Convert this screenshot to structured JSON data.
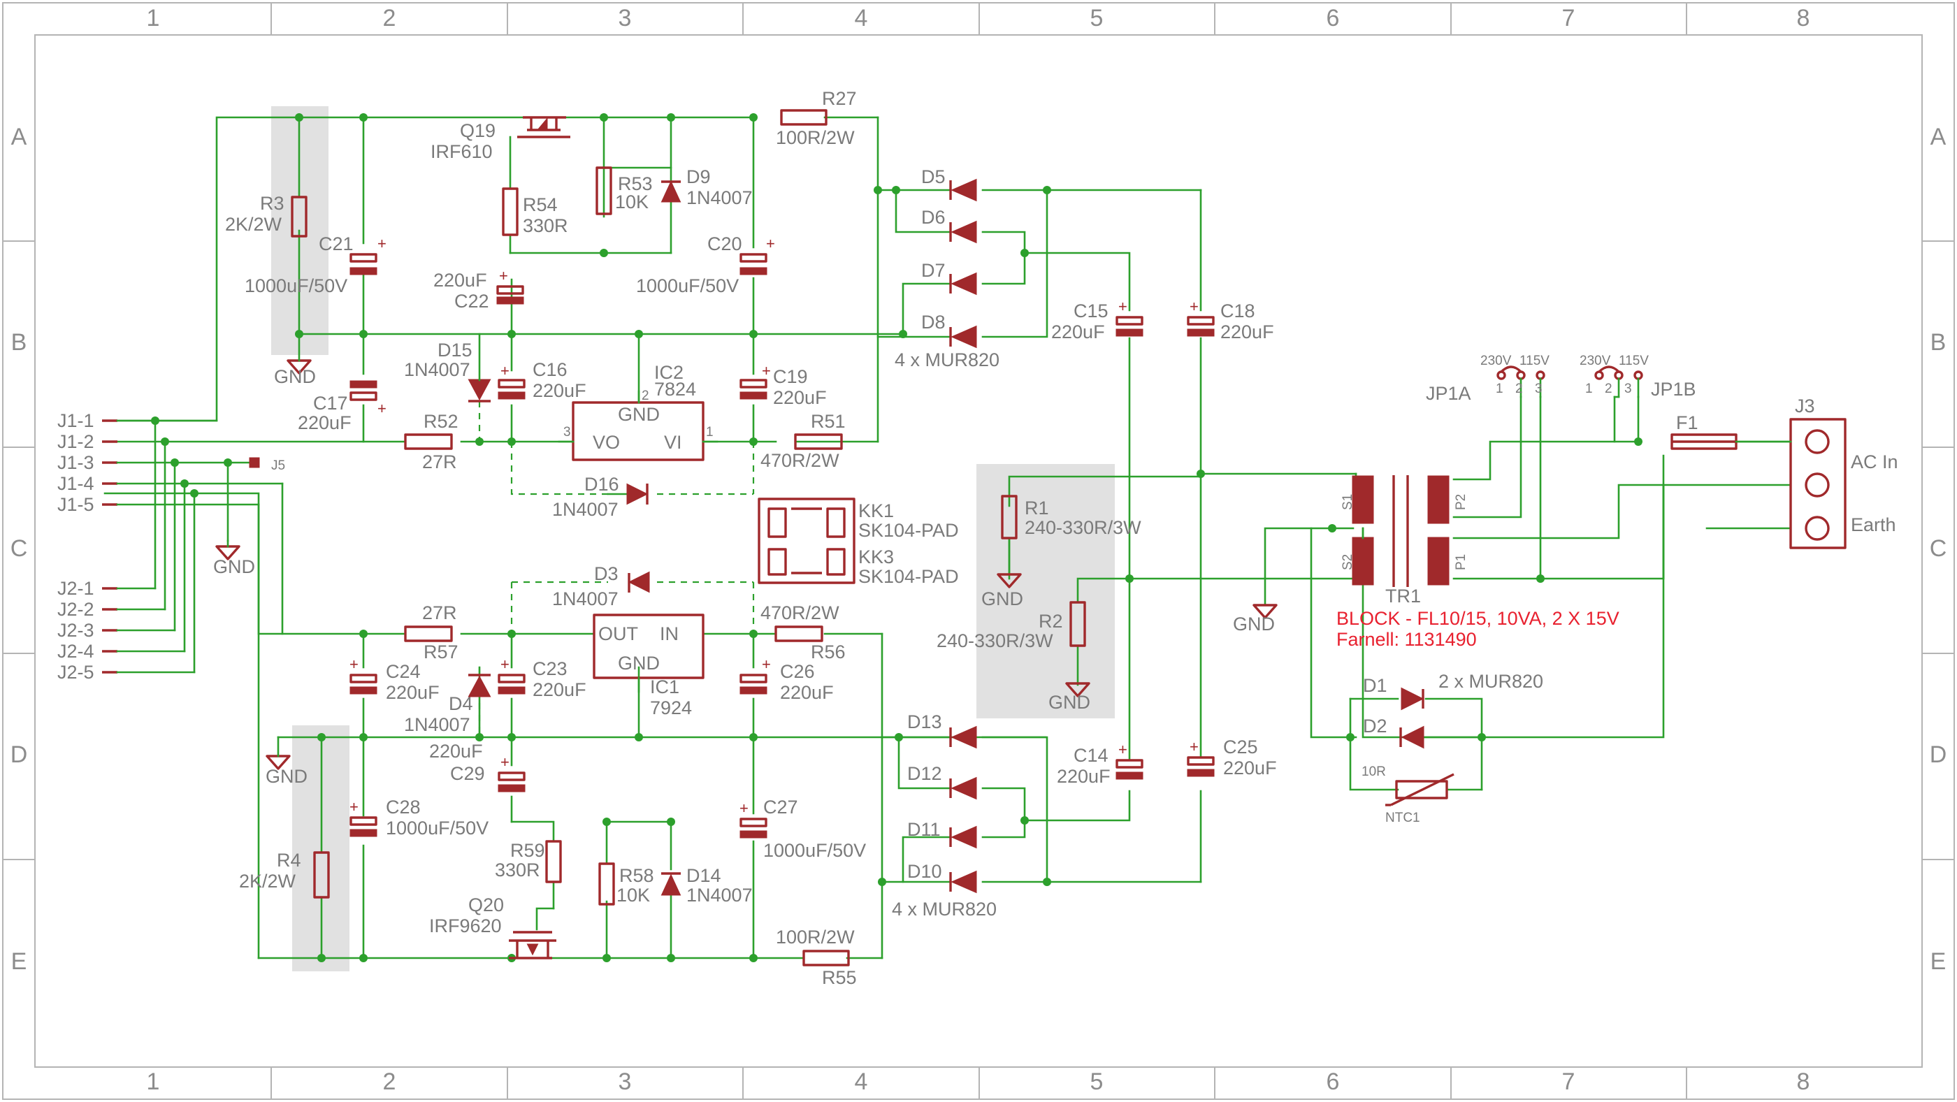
{
  "frame": {
    "columns": [
      "1",
      "2",
      "3",
      "4",
      "5",
      "6",
      "7",
      "8"
    ],
    "rows": [
      "A",
      "B",
      "C",
      "D",
      "E"
    ]
  },
  "connectors": {
    "j1": [
      "J1-1",
      "J1-2",
      "J1-3",
      "J1-4",
      "J1-5"
    ],
    "j2": [
      "J2-1",
      "J2-2",
      "J2-3",
      "J2-4",
      "J2-5"
    ],
    "j5": "J5",
    "j3": {
      "ref": "J3",
      "ac_in": "AC In",
      "earth": "Earth"
    },
    "jp1a": {
      "ref": "JP1A",
      "v230": "230V",
      "v115": "115V",
      "pins": [
        "1",
        "2",
        "3"
      ]
    },
    "jp1b": {
      "ref": "JP1B",
      "v230": "230V",
      "v115": "115V",
      "pins": [
        "1",
        "2",
        "3"
      ]
    }
  },
  "gnd": "GND",
  "positive_rail": {
    "r3": {
      "ref": "R3",
      "value": "2K/2W"
    },
    "c21": {
      "ref": "C21",
      "value": "1000uF/50V"
    },
    "q19": {
      "ref": "Q19",
      "value": "IRF610"
    },
    "r54": {
      "ref": "R54",
      "value": "330R"
    },
    "r53": {
      "ref": "R53",
      "value": "10K"
    },
    "d9": {
      "ref": "D9",
      "value": "1N4007"
    },
    "c22": {
      "ref": "C22",
      "value": "220uF"
    },
    "c20": {
      "ref": "C20",
      "value": "1000uF/50V"
    },
    "r27": {
      "ref": "R27",
      "value": "100R/2W"
    },
    "d15": {
      "ref": "D15",
      "value": "1N4007"
    },
    "c16": {
      "ref": "C16",
      "value": "220uF"
    },
    "ic2": {
      "ref": "IC2",
      "value": "7824",
      "gnd": "GND",
      "vo": "VO",
      "vi": "VI",
      "pin_vo": "3",
      "pin_gnd": "2",
      "pin_vi": "1"
    },
    "c19": {
      "ref": "C19",
      "value": "220uF"
    },
    "c17": {
      "ref": "C17",
      "value": "220uF"
    },
    "r52": {
      "ref": "R52",
      "value": "27R"
    },
    "r51": {
      "ref": "R51",
      "value": "470R/2W"
    },
    "d16": {
      "ref": "D16",
      "value": "1N4007"
    }
  },
  "heatsinks": {
    "kk1": {
      "ref": "KK1",
      "value": "SK104-PAD"
    },
    "kk3": {
      "ref": "KK3",
      "value": "SK104-PAD"
    }
  },
  "negative_rail": {
    "d3": {
      "ref": "D3",
      "value": "1N4007"
    },
    "r57": {
      "ref": "R57",
      "value": "27R"
    },
    "ic1": {
      "ref": "IC1",
      "value": "7924",
      "out": "OUT",
      "in": "IN",
      "gnd": "GND"
    },
    "r56": {
      "ref": "R56",
      "value": "470R/2W"
    },
    "c24": {
      "ref": "C24",
      "value": "220uF"
    },
    "c23": {
      "ref": "C23",
      "value": "220uF"
    },
    "d4": {
      "ref": "D4",
      "value": "1N4007"
    },
    "c26": {
      "ref": "C26",
      "value": "220uF"
    },
    "c29": {
      "ref": "C29",
      "value": "220uF"
    },
    "c28": {
      "ref": "C28",
      "value": "1000uF/50V"
    },
    "r4": {
      "ref": "R4",
      "value": "2K/2W"
    },
    "r59": {
      "ref": "R59",
      "value": "330R"
    },
    "q20": {
      "ref": "Q20",
      "value": "IRF9620"
    },
    "r58": {
      "ref": "R58",
      "value": "10K"
    },
    "d14": {
      "ref": "D14",
      "value": "1N4007"
    },
    "c27": {
      "ref": "C27",
      "value": "1000uF/50V"
    },
    "r55": {
      "ref": "R55",
      "value": "100R/2W"
    }
  },
  "rectifier": {
    "d5": "D5",
    "d6": "D6",
    "d7": "D7",
    "d8": "D8",
    "top_note": "4 x MUR820",
    "d13": "D13",
    "d12": "D12",
    "d11": "D11",
    "d10": "D10",
    "bottom_note": "4 x MUR820",
    "c15": {
      "ref": "C15",
      "value": "220uF"
    },
    "c18": {
      "ref": "C18",
      "value": "220uF"
    },
    "c14": {
      "ref": "C14",
      "value": "220uF"
    },
    "c25": {
      "ref": "C25",
      "value": "220uF"
    },
    "r1": {
      "ref": "R1",
      "value": "240-330R/3W"
    },
    "r2": {
      "ref": "R2",
      "value": "240-330R/3W"
    }
  },
  "transformer": {
    "ref": "TR1",
    "pins": {
      "s1": "S1",
      "s2": "S2",
      "p1": "P1",
      "p2": "P2"
    },
    "note_line1": "BLOCK - FL10/15, 10VA, 2 X 15V",
    "note_line2": "Farnell: 1131490"
  },
  "mains": {
    "f1": "F1",
    "d1": "D1",
    "d2": "D2",
    "diode_note": "2 x MUR820",
    "ntc": {
      "ref": "NTC1",
      "value": "10R"
    }
  }
}
